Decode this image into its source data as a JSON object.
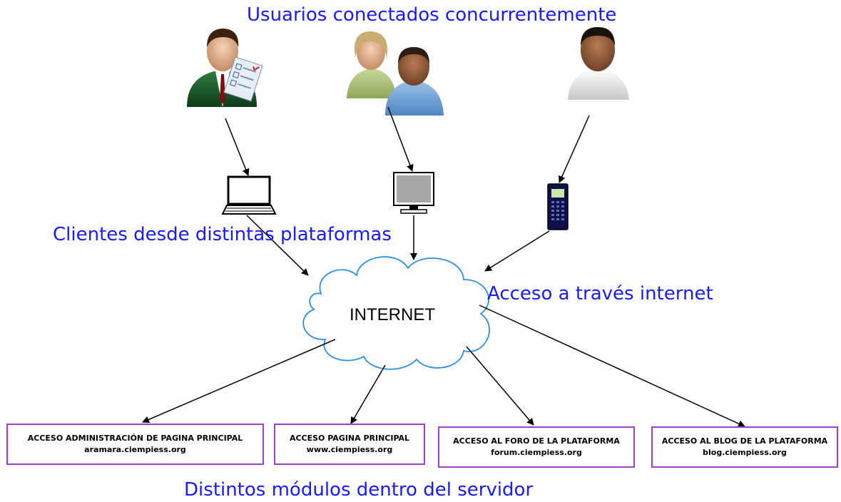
{
  "labels": {
    "users": "Usuarios conectados concurrentemente",
    "clients": "Clientes desde distintas plataformas",
    "access": "Acceso a través internet",
    "modules": "Distintos módulos dentro del servidor"
  },
  "cloud": {
    "text": "INTERNET"
  },
  "modules": [
    {
      "title": "ACCESO ADMINISTRACIÓN DE PAGINA PRINCIPAL",
      "url": "aramara.ciempiess.org"
    },
    {
      "title": "ACCESO PAGINA PRINCIPAL",
      "url": "www.ciempiess.org"
    },
    {
      "title": "ACCESO AL FORO DE LA PLATAFORMA",
      "url": "forum.ciempiess.org"
    },
    {
      "title": "ACCESO AL BLOG DE LA PLATAFORMA",
      "url": "blog.ciempiess.org"
    }
  ],
  "icons": {
    "users": [
      "businessman-icon",
      "user-group-icon",
      "user-icon"
    ],
    "devices": [
      "laptop-icon",
      "monitor-icon",
      "mobile-phone-icon"
    ]
  },
  "colors": {
    "label_text": "#1a1aff",
    "module_border": "#9b3fd6",
    "cloud_outline": "#2f8fe8",
    "arrow": "#000000"
  }
}
